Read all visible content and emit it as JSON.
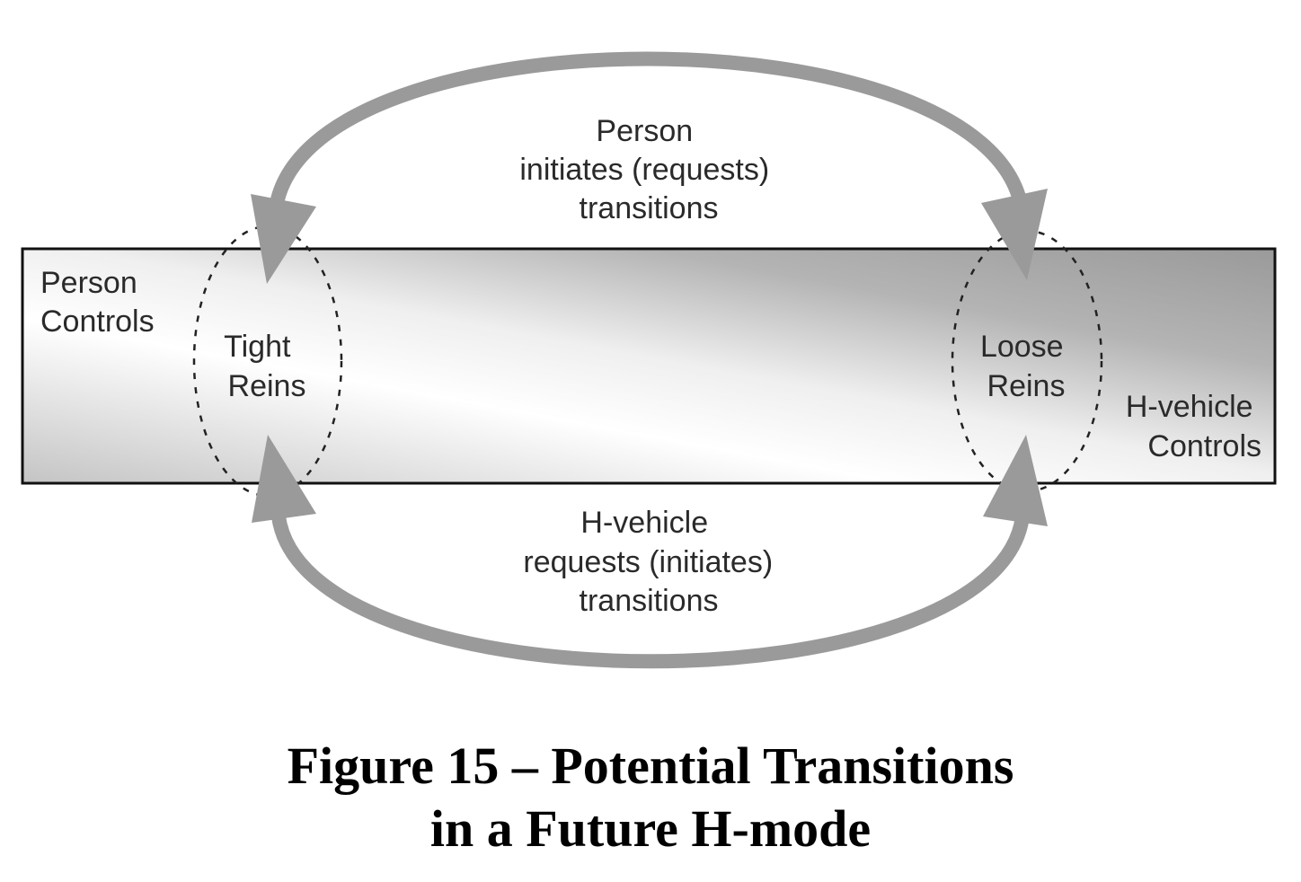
{
  "diagram": {
    "left_label": [
      "Person",
      "Controls"
    ],
    "right_label": [
      "H-vehicle",
      "Controls"
    ],
    "left_node": [
      "Tight",
      "Reins"
    ],
    "right_node": [
      "Loose",
      "Reins"
    ],
    "top_transition": [
      "Person",
      "initiates (requests)",
      "transitions"
    ],
    "bottom_transition": [
      "H-vehicle",
      "requests (initiates)",
      "transitions"
    ]
  },
  "caption": {
    "line1": "Figure 15 – Potential Transitions",
    "line2": "in a Future H-mode"
  },
  "colors": {
    "arrow": "#9a9a9a",
    "gradient_light": "#ffffff",
    "gradient_dark": "#9c9c9c",
    "text": "#2a2a2a"
  }
}
